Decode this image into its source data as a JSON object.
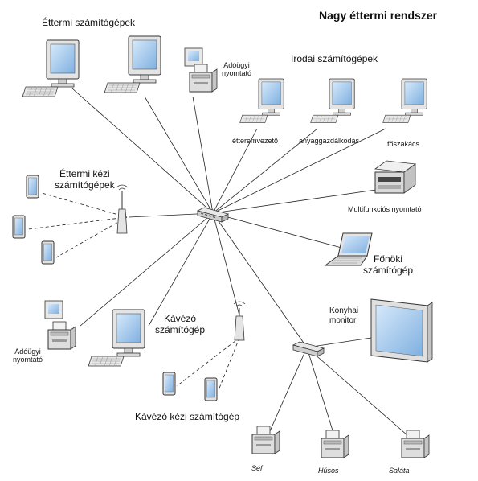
{
  "title": "Nagy éttermi rendszer",
  "labels": {
    "restaurant_pcs": "Éttermi számítógépek",
    "kitchen_printer_top_l1": "Adóügyi",
    "kitchen_printer_top_l2": "nyomtató",
    "office_pcs": "Irodai számítógépek",
    "manager": "étteremvezető",
    "accounting": "anyaggazdálkodás",
    "chef_pc": "főszakács",
    "handheld_l1": "Éttermi kézi",
    "handheld_l2": "számítógépek",
    "mfp": "Multifunkciós nyomtató",
    "boss_l1": "Főnöki",
    "boss_l2": "számítógép",
    "fiscal_printer_l1": "Adóügyi",
    "fiscal_printer_l2": "nyomtató",
    "cafe_pc_l1": "Kávézó",
    "cafe_pc_l2": "számítógép",
    "kitchen_monitor_l1": "Konyhai",
    "kitchen_monitor_l2": "monitor",
    "cafe_handheld": "Kávézó kézi számítógép",
    "chef": "Séf",
    "butcher": "Húsos",
    "salad": "Saláta"
  },
  "colors": {
    "line": "#222222",
    "device_fill": "#e6e6e6",
    "device_stroke": "#333333",
    "screen": "#8cb8e6"
  }
}
